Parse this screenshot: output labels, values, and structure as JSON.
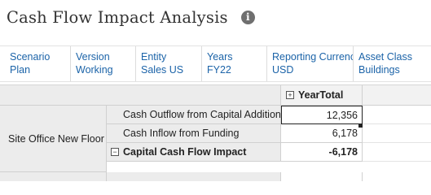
{
  "page": {
    "title": "Cash Flow Impact Analysis",
    "info_icon": "info-icon"
  },
  "pov": [
    {
      "dimension": "Scenario",
      "member": "Plan"
    },
    {
      "dimension": "Version",
      "member": "Working"
    },
    {
      "dimension": "Entity",
      "member": "Sales US"
    },
    {
      "dimension": "Years",
      "member": "FY22"
    },
    {
      "dimension": "Reporting Currency",
      "member": "USD"
    },
    {
      "dimension": "Asset Class",
      "member": "Buildings"
    }
  ],
  "grid": {
    "column_header": "YearTotal",
    "column_expand_glyph": "+",
    "row_group": "Site Office New Floor",
    "rows": [
      {
        "label": "Cash Outflow from Capital Additions",
        "value": "12,356"
      },
      {
        "label": "Cash Inflow from Funding",
        "value": "6,178"
      },
      {
        "label": "Capital Cash Flow Impact",
        "value": "-6,178",
        "collapse_glyph": "−"
      }
    ]
  }
}
